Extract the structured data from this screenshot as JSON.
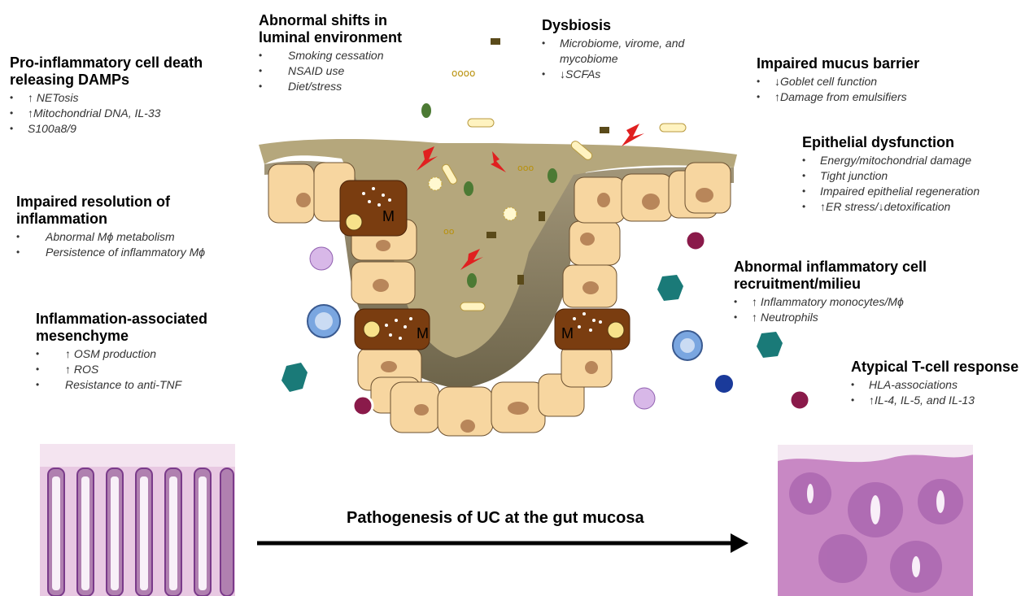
{
  "blocks": {
    "damps": {
      "title": "Pro-inflammatory cell death releasing DAMPs",
      "items": [
        "↑ NETosis",
        "↑Mitochondrial DNA, IL-33",
        "S100a8/9"
      ]
    },
    "resolution": {
      "title": "Impaired resolution of inflammation",
      "items": [
        "Abnormal Mϕ metabolism",
        "Persistence of inflammatory Mϕ"
      ]
    },
    "mesenchyme": {
      "title": "Inflammation-associated mesenchyme",
      "items": [
        "↑ OSM production",
        "↑ ROS",
        "Resistance to anti-TNF"
      ]
    },
    "luminal": {
      "title": "Abnormal shifts in luminal environment",
      "items": [
        "Smoking cessation",
        "NSAID use",
        "Diet/stress"
      ]
    },
    "dysbiosis": {
      "title": "Dysbiosis",
      "items": [
        "Microbiome, virome, and mycobiome",
        "↓SCFAs"
      ]
    },
    "mucus": {
      "title": "Impaired mucus barrier",
      "items": [
        "↓Goblet cell function",
        "↑Damage from emulsifiers"
      ]
    },
    "epithelial": {
      "title": "Epithelial dysfunction",
      "items": [
        "Energy/mitochondrial damage",
        "Tight junction",
        "Impaired epithelial regeneration",
        "↑ER stress/↓detoxification"
      ]
    },
    "recruitment": {
      "title": "Abnormal inflammatory cell recruitment/milieu",
      "items": [
        "↑ Inflammatory monocytes/Mϕ",
        "↑ Neutrophils"
      ]
    },
    "tcell": {
      "title": "Atypical T-cell response",
      "items": [
        "HLA-associations",
        "↑IL-4, IL-5, and IL-13"
      ]
    }
  },
  "caption": "Pathogenesis of UC at the gut mucosa",
  "cell_label": "M",
  "colors": {
    "mucus": "#b5a77c",
    "lumen": "#8a7f5c",
    "epithelial_cell": "#f7d6a0",
    "nucleus": "#b8865a",
    "goblet_cell": "#7a3d10",
    "arrow": "#000000",
    "histology": "#d39ac4"
  }
}
